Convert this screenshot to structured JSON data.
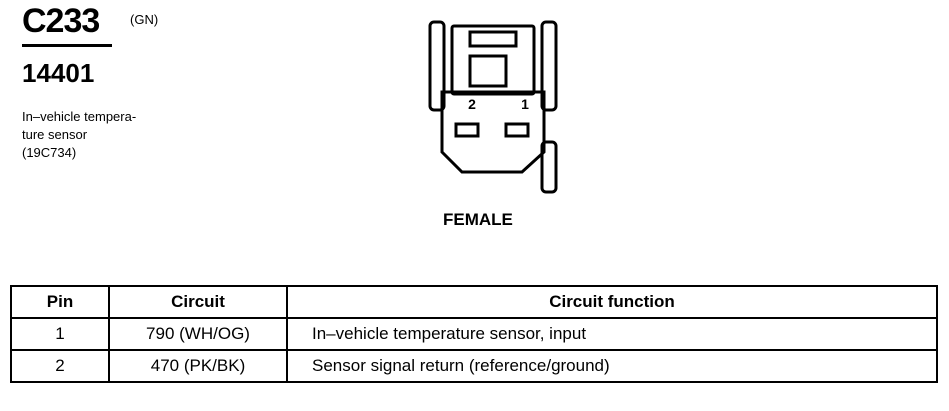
{
  "connector": {
    "id": "C233",
    "color_code": "(GN)",
    "part_number": "14401",
    "description_lines": [
      "In–vehicle tempera-",
      "ture sensor",
      "(19C734)"
    ]
  },
  "diagram": {
    "pin_labels": [
      "2",
      "1"
    ],
    "view_label": "FEMALE"
  },
  "table": {
    "headers": [
      "Pin",
      "Circuit",
      "Circuit function"
    ],
    "rows": [
      {
        "pin": "1",
        "circuit": "790 (WH/OG)",
        "function": "In–vehicle temperature sensor, input"
      },
      {
        "pin": "2",
        "circuit": "470 (PK/BK)",
        "function": "Sensor signal return (reference/ground)"
      }
    ]
  }
}
